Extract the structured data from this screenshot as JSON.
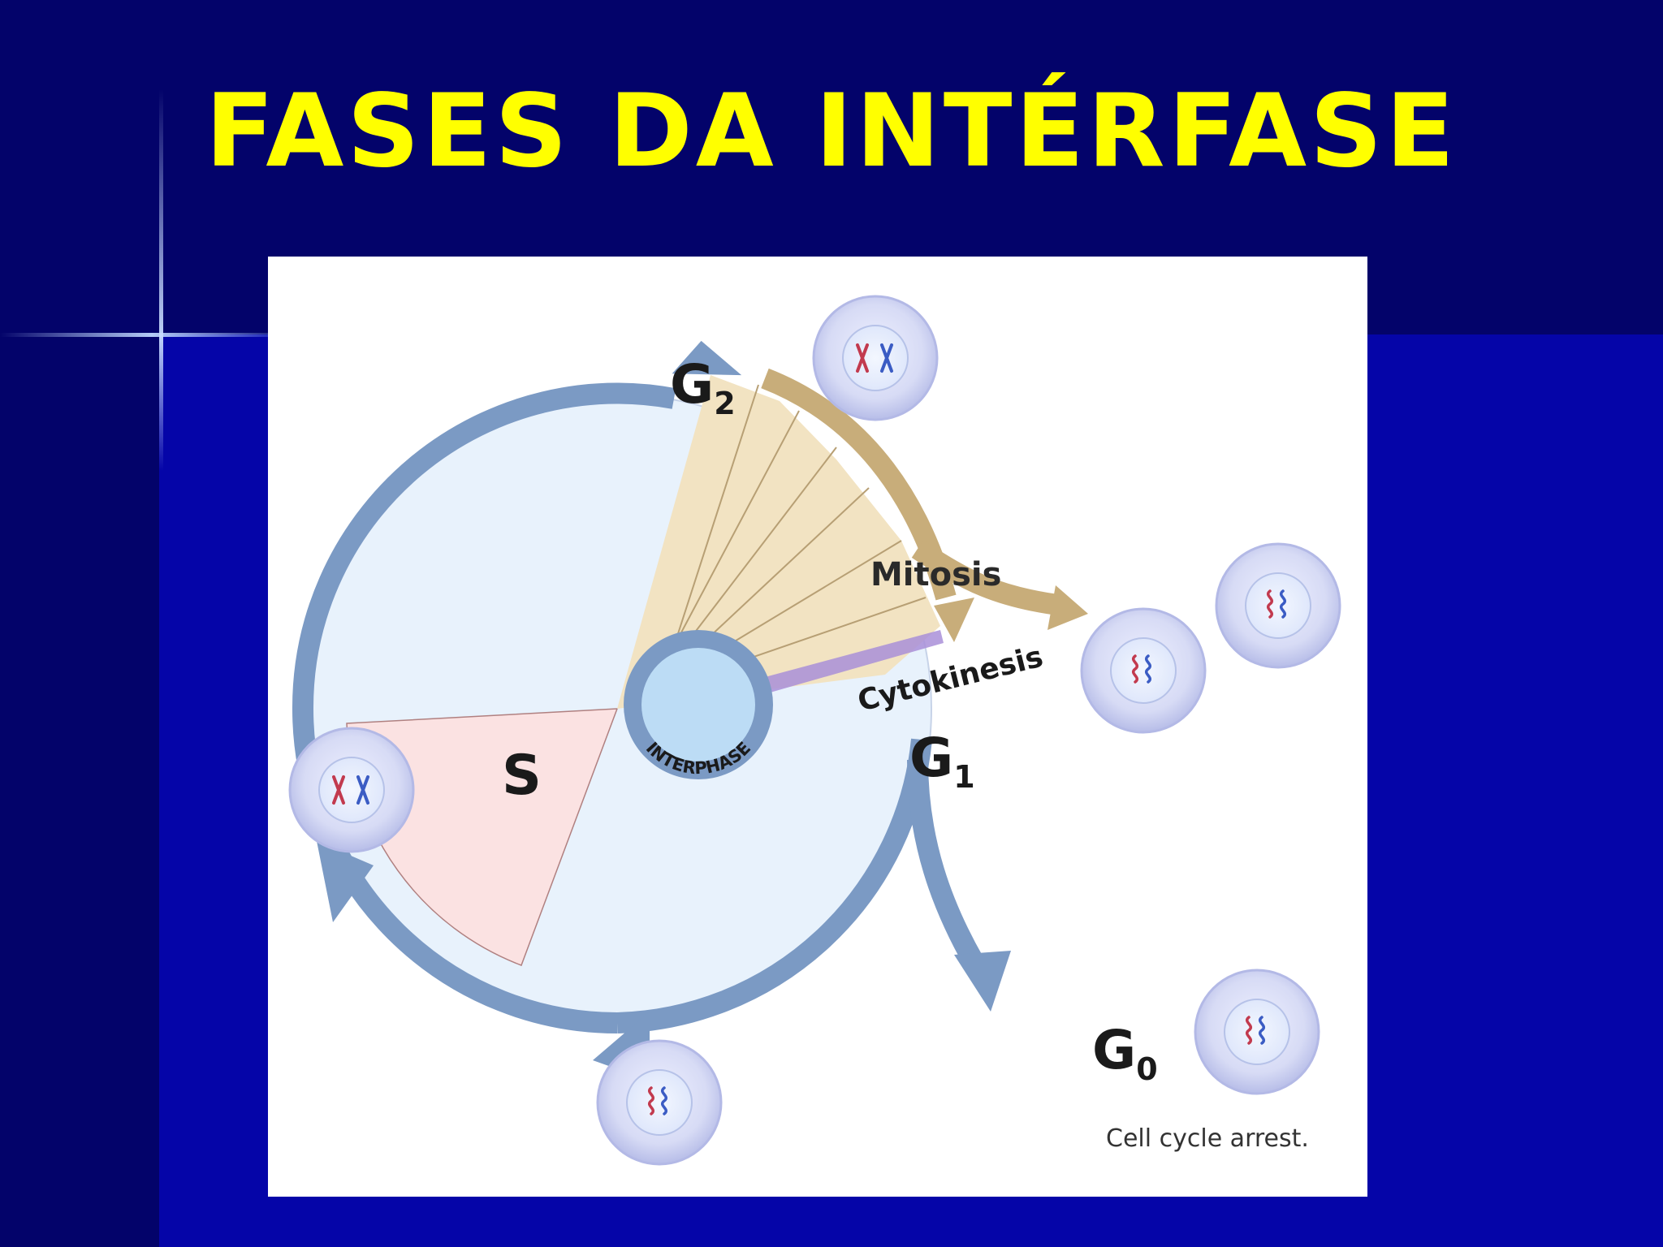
{
  "slide": {
    "title": "FASES DA INTÉRFASE"
  },
  "diagram": {
    "phases": {
      "g2": {
        "letter": "G",
        "sub": "2"
      },
      "s": {
        "letter": "S"
      },
      "g1": {
        "letter": "G",
        "sub": "1"
      },
      "g0": {
        "letter": "G",
        "sub": "0"
      }
    },
    "mitosis_label": "Mitosis",
    "cytokinesis_label": "Cytokinesis",
    "interphase_label": "INTERPHASE",
    "g0_caption": "Cell cycle arrest."
  },
  "colors": {
    "background": "#0505a8",
    "band": "#03036a",
    "title": "#ffff00",
    "cycle_arrow": "#7b9ac4",
    "mitosis_fan": "#f2e3c2",
    "mitosis_arrow": "#c8ad7a",
    "s_sector": "#fbe2e2",
    "cycle_fill": "#e8f2fc",
    "cytokinesis": "#a98fd8"
  }
}
